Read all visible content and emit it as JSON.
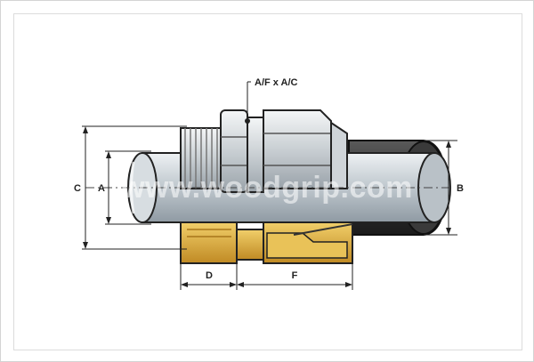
{
  "diagram": {
    "labels": {
      "af_ac": "A/F x A/C",
      "c": "C",
      "a": "A",
      "b": "B",
      "d": "D",
      "f": "F"
    },
    "watermark": "www.woodgrip.com",
    "colors": {
      "cable": "#c8cfd4",
      "sheath": "#2f2f2f",
      "body": "#d9dde0",
      "brass": "#d8a93a",
      "outline": "#1a1a1a"
    }
  }
}
